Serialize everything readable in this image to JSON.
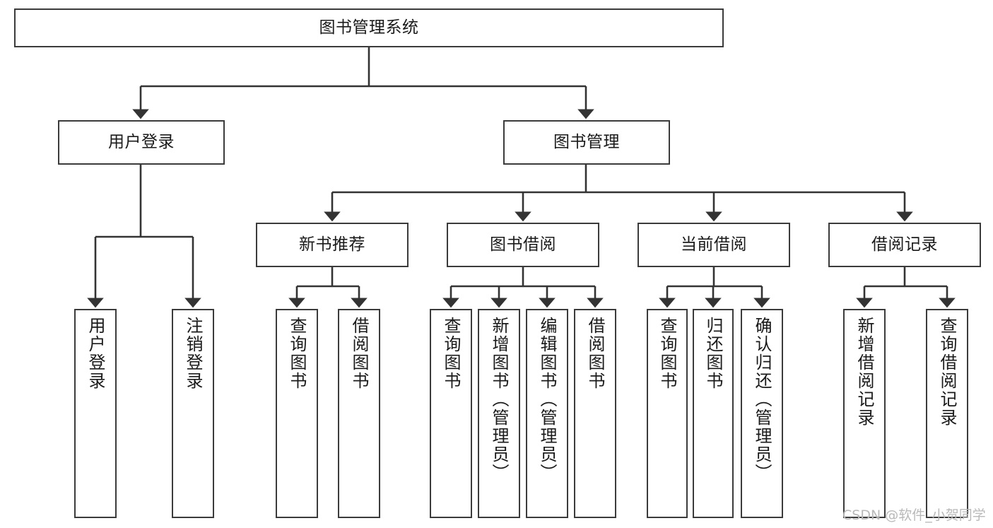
{
  "diagram": {
    "title": "图书管理系统",
    "type": "tree-hierarchy",
    "watermark": "CSDN @软件_小贺同学",
    "colors": {
      "box_border": "#3b3b3b",
      "box_fill": "#ffffff",
      "connector": "#333333",
      "text": "#1a1a1a",
      "watermark": "#b9b9b9",
      "background": "#ffffff"
    },
    "levels": [
      {
        "level": 0,
        "nodes": [
          {
            "id": "root",
            "label": "图书管理系统",
            "orientation": "horizontal"
          }
        ]
      },
      {
        "level": 1,
        "nodes": [
          {
            "id": "login",
            "label": "用户登录",
            "orientation": "horizontal",
            "parent": "root"
          },
          {
            "id": "bookmgmt",
            "label": "图书管理",
            "orientation": "horizontal",
            "parent": "root"
          }
        ]
      },
      {
        "level": 2,
        "nodes": [
          {
            "id": "newbook",
            "label": "新书推荐",
            "orientation": "horizontal",
            "parent": "bookmgmt"
          },
          {
            "id": "borrow",
            "label": "图书借阅",
            "orientation": "horizontal",
            "parent": "bookmgmt"
          },
          {
            "id": "current",
            "label": "当前借阅",
            "orientation": "horizontal",
            "parent": "bookmgmt"
          },
          {
            "id": "records",
            "label": "借阅记录",
            "orientation": "horizontal",
            "parent": "bookmgmt"
          }
        ]
      },
      {
        "level": 3,
        "nodes": [
          {
            "id": "leaf1",
            "label": "用户登录",
            "orientation": "vertical",
            "parent": "login"
          },
          {
            "id": "leaf2",
            "label": "注销登录",
            "orientation": "vertical",
            "parent": "login"
          },
          {
            "id": "leaf3",
            "label": "查询图书",
            "orientation": "vertical",
            "parent": "newbook"
          },
          {
            "id": "leaf4",
            "label": "借阅图书",
            "orientation": "vertical",
            "parent": "newbook"
          },
          {
            "id": "leaf5",
            "label": "查询图书",
            "orientation": "vertical",
            "parent": "borrow"
          },
          {
            "id": "leaf6",
            "label": "新增图书（管理员）",
            "orientation": "vertical",
            "parent": "borrow"
          },
          {
            "id": "leaf7",
            "label": "编辑图书（管理员）",
            "orientation": "vertical",
            "parent": "borrow"
          },
          {
            "id": "leaf8",
            "label": "借阅图书",
            "orientation": "vertical",
            "parent": "borrow"
          },
          {
            "id": "leaf9",
            "label": "查询图书",
            "orientation": "vertical",
            "parent": "current"
          },
          {
            "id": "leaf10",
            "label": "归还图书",
            "orientation": "vertical",
            "parent": "current"
          },
          {
            "id": "leaf11",
            "label": "确认归还（管理员）",
            "orientation": "vertical",
            "parent": "current"
          },
          {
            "id": "leaf12",
            "label": "新增借阅记录",
            "orientation": "vertical",
            "parent": "records"
          },
          {
            "id": "leaf13",
            "label": "查询借阅记录",
            "orientation": "vertical",
            "parent": "records"
          }
        ]
      }
    ]
  }
}
